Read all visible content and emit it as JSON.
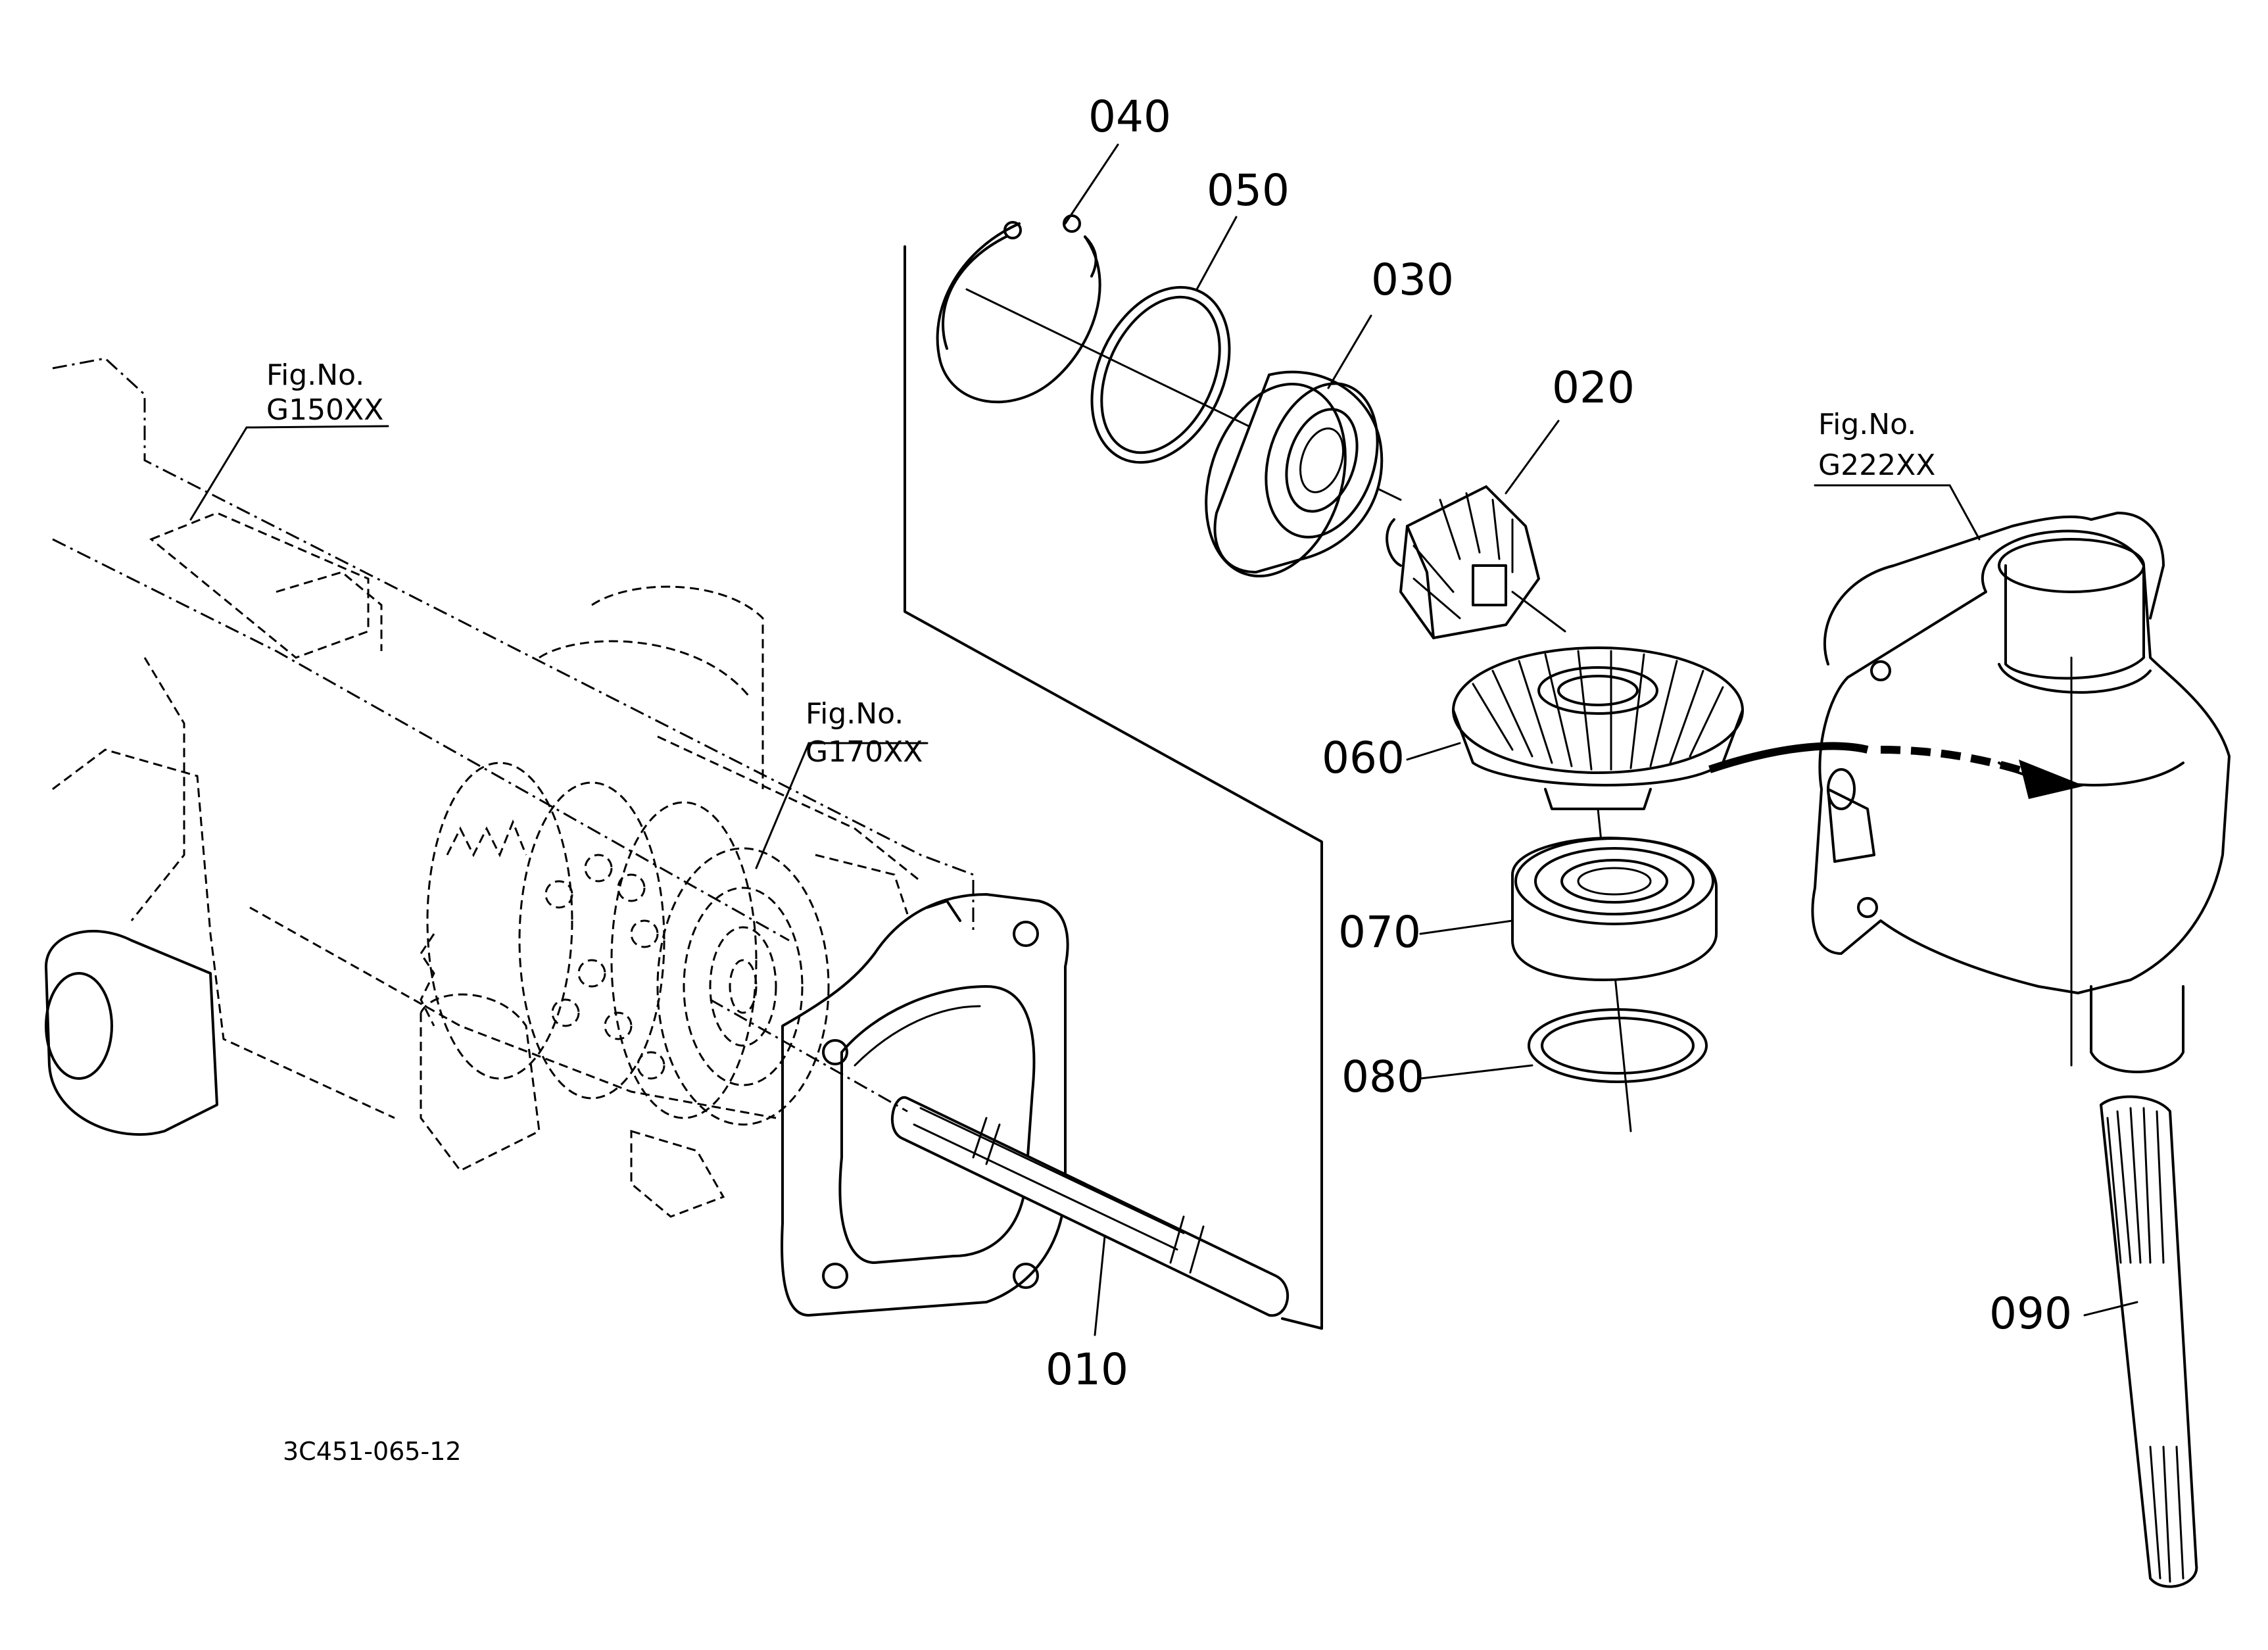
{
  "diagram": {
    "part_labels": {
      "p010": "010",
      "p020": "020",
      "p030": "030",
      "p040": "040",
      "p050": "050",
      "p060": "060",
      "p070": "070",
      "p080": "080",
      "p090": "090"
    },
    "figure_refs": {
      "g150": {
        "line1": "Fig.No.",
        "line2": "G150XX"
      },
      "g170": {
        "line1": "Fig.No.",
        "line2": "G170XX"
      },
      "g222": {
        "line1": "Fig.No.",
        "line2": "G222XX"
      }
    },
    "document_id": "3C451-065-12"
  }
}
